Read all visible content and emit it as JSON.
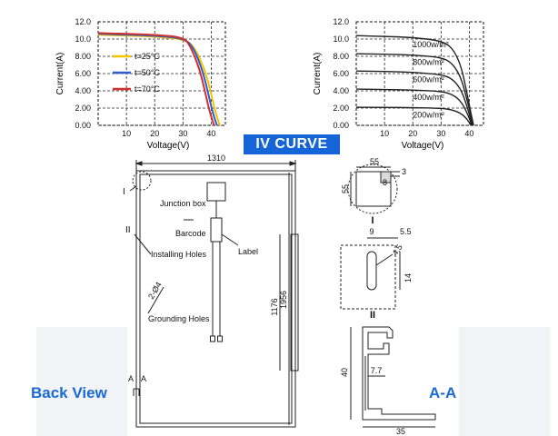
{
  "banner": "IV CURVE",
  "chart_data": [
    {
      "type": "line",
      "xlabel": "Voltage(V)",
      "ylabel": "Current(A)",
      "xlim": [
        0,
        45
      ],
      "ylim": [
        0,
        12
      ],
      "xticks": [
        "10",
        "20",
        "30",
        "40"
      ],
      "yticks": [
        "0.00",
        "2.00",
        "4.00",
        "6.00",
        "8.00",
        "10.0",
        "12.0"
      ],
      "grid": true,
      "legend": "center-left",
      "series": [
        {
          "name": "t=25°C",
          "color": "#f2c500",
          "x": [
            0,
            10,
            20,
            30,
            34,
            38,
            40,
            41.5,
            43
          ],
          "y": [
            10.5,
            10.4,
            10.3,
            10.0,
            9.2,
            6.2,
            3.6,
            1.5,
            0
          ]
        },
        {
          "name": "t=50°C",
          "color": "#2c5fc9",
          "x": [
            0,
            10,
            20,
            30,
            33.5,
            37,
            39,
            40.5,
            42
          ],
          "y": [
            10.6,
            10.5,
            10.4,
            10.1,
            9.2,
            6.3,
            3.6,
            1.5,
            0
          ]
        },
        {
          "name": "t=70°C",
          "color": "#d32f2f",
          "x": [
            0,
            10,
            20,
            30,
            32.5,
            36,
            38,
            39.5,
            41
          ],
          "y": [
            10.7,
            10.6,
            10.5,
            10.2,
            9.3,
            6.4,
            3.6,
            1.5,
            0
          ]
        }
      ]
    },
    {
      "type": "line",
      "xlabel": "Voltage(V)",
      "ylabel": "Current(A)",
      "xlim": [
        0,
        45
      ],
      "ylim": [
        0,
        12
      ],
      "xticks": [
        "10",
        "20",
        "30",
        "40"
      ],
      "yticks": [
        "0.00",
        "2.00",
        "4.00",
        "6.00",
        "8.00",
        "10.0",
        "12.0"
      ],
      "grid": true,
      "series": [
        {
          "name": "1000w/m²",
          "color": "#222222",
          "x": [
            0,
            10,
            20,
            30,
            34,
            37,
            39,
            40.5,
            41.5
          ],
          "y": [
            10.4,
            10.3,
            10.2,
            9.8,
            9.0,
            7.0,
            4.0,
            1.5,
            0
          ]
        },
        {
          "name": "800w/m²",
          "color": "#222222",
          "x": [
            0,
            10,
            20,
            30,
            34,
            37,
            39,
            40.5,
            41.3
          ],
          "y": [
            8.3,
            8.25,
            8.15,
            7.9,
            7.2,
            5.6,
            3.2,
            1.2,
            0
          ]
        },
        {
          "name": "600w/m²",
          "color": "#222222",
          "x": [
            0,
            10,
            20,
            30,
            34,
            37,
            39,
            40.3,
            41.1
          ],
          "y": [
            6.3,
            6.25,
            6.15,
            5.9,
            5.4,
            4.2,
            2.4,
            0.9,
            0
          ]
        },
        {
          "name": "400w/m²",
          "color": "#222222",
          "x": [
            0,
            10,
            20,
            30,
            34,
            37,
            39,
            40.2,
            40.9
          ],
          "y": [
            4.2,
            4.15,
            4.1,
            3.95,
            3.6,
            2.8,
            1.6,
            0.6,
            0
          ]
        },
        {
          "name": "200w/m²",
          "color": "#222222",
          "x": [
            0,
            10,
            20,
            30,
            34,
            37,
            39,
            40,
            40.7
          ],
          "y": [
            2.1,
            2.08,
            2.05,
            1.98,
            1.8,
            1.4,
            0.8,
            0.3,
            0
          ]
        }
      ]
    }
  ],
  "drawing": {
    "width_dim": "1310",
    "hole_spacing_dim": "1176",
    "height_dim": "1956",
    "marker_1": "I",
    "marker_2": "II",
    "section_mark": "A",
    "hole_size": "2-Ø4",
    "labels": {
      "junction_box": "Junction box",
      "barcode": "Barcode",
      "label": "Label",
      "installing_holes": "Installing Holes",
      "grounding_holes": "Grounding Holes"
    },
    "detail_1": {
      "title": "I",
      "dim_width": "55",
      "dim_height": "55",
      "dim_gap": "8",
      "dim_small": "3"
    },
    "detail_2": {
      "title": "II",
      "dim_a": "9",
      "dim_b": "5.5",
      "dim_dia": "4.5",
      "dim_len": "14"
    },
    "section": {
      "dim_height": "40",
      "dim_inner": "7.7",
      "dim_width": "35"
    }
  },
  "captions": {
    "back_view": "Back View",
    "section": "A-A"
  }
}
